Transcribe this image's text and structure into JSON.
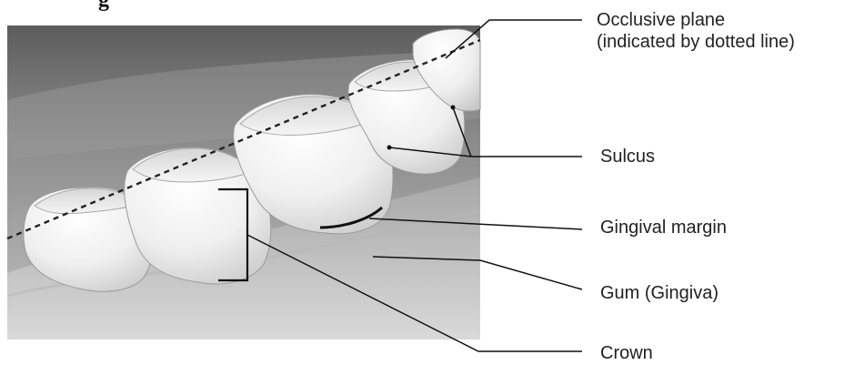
{
  "figure": {
    "top_fragment": "g",
    "labels": {
      "occlusive_plane": {
        "line1": "Occlusive plane",
        "line2": "(indicated by dotted line)"
      },
      "sulcus": "Sulcus",
      "gingival_margin": "Gingival margin",
      "gum": "Gum (Gingiva)",
      "crown": "Crown"
    }
  }
}
